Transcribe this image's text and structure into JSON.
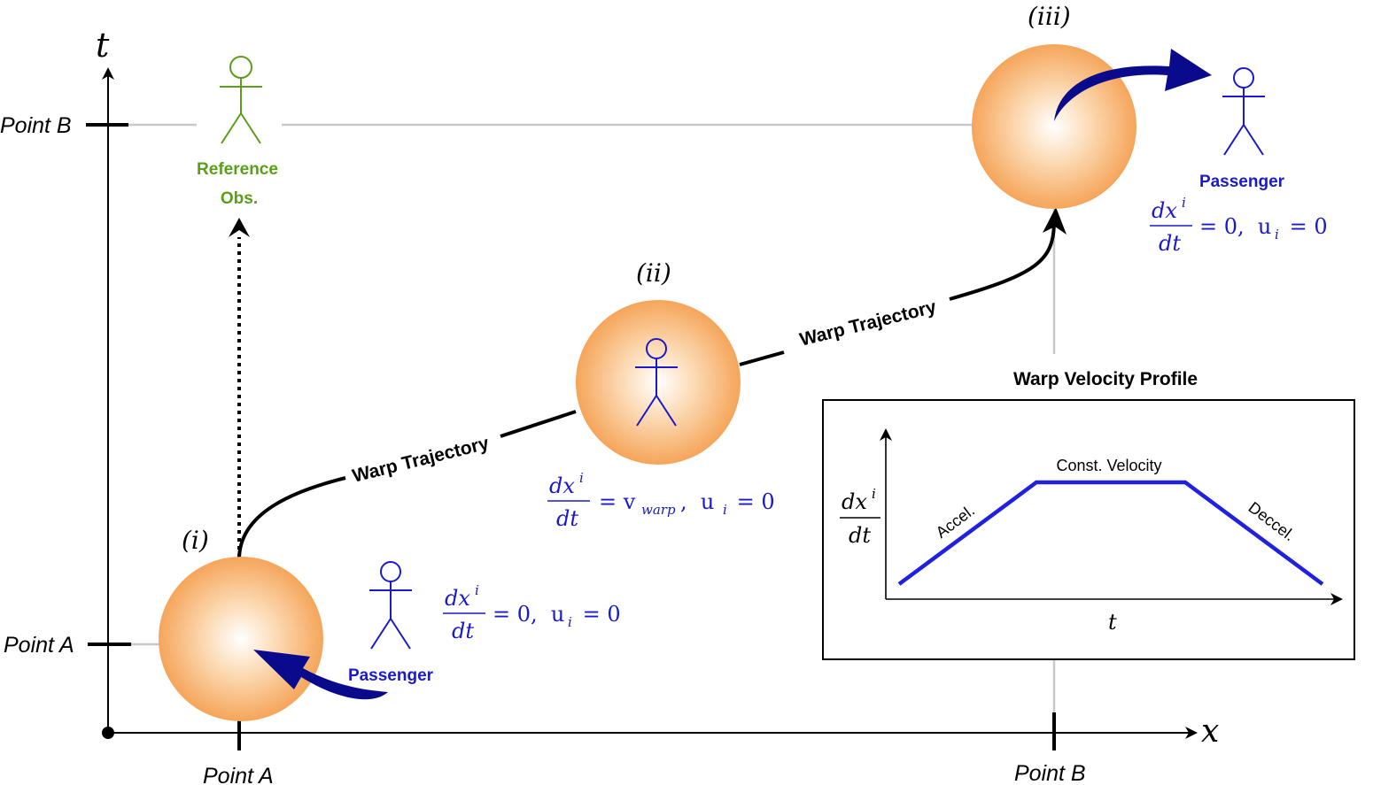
{
  "axes": {
    "t_label": "t",
    "x_label": "x",
    "x_ticks": [
      "Point A",
      "Point B"
    ],
    "t_ticks": [
      "Point A",
      "Point B"
    ]
  },
  "stages": {
    "i": "(i)",
    "ii": "(ii)",
    "iii": "(iii)"
  },
  "reference_observer": {
    "line1": "Reference",
    "line2": "Obs."
  },
  "passenger_label": "Passenger",
  "trajectory_label": "Warp Trajectory",
  "equations": {
    "numerator": "dx",
    "numerator_sup": "i",
    "denominator": "dt",
    "rest_i": "= 0,  u",
    "rest_i_sub": "i",
    "rest_i_end": " = 0",
    "warp_v": "= v",
    "warp_sub": "warp",
    "warp_rest": ",  u",
    "warp_rest_sub": "i",
    "warp_end": " = 0"
  },
  "inset": {
    "title": "Warp Velocity Profile",
    "accel": "Accel.",
    "const": "Const. Velocity",
    "decel": "Deccel.",
    "xlabel": "t",
    "ylabel_num": "dx",
    "ylabel_sup": "i",
    "ylabel_den": "dt"
  },
  "colors": {
    "passenger": "#1a1acc",
    "reference": "#5a9e1a",
    "bubble": "#f5a55a",
    "arrow": "#0a0a8c",
    "profile": "#2020e0"
  }
}
